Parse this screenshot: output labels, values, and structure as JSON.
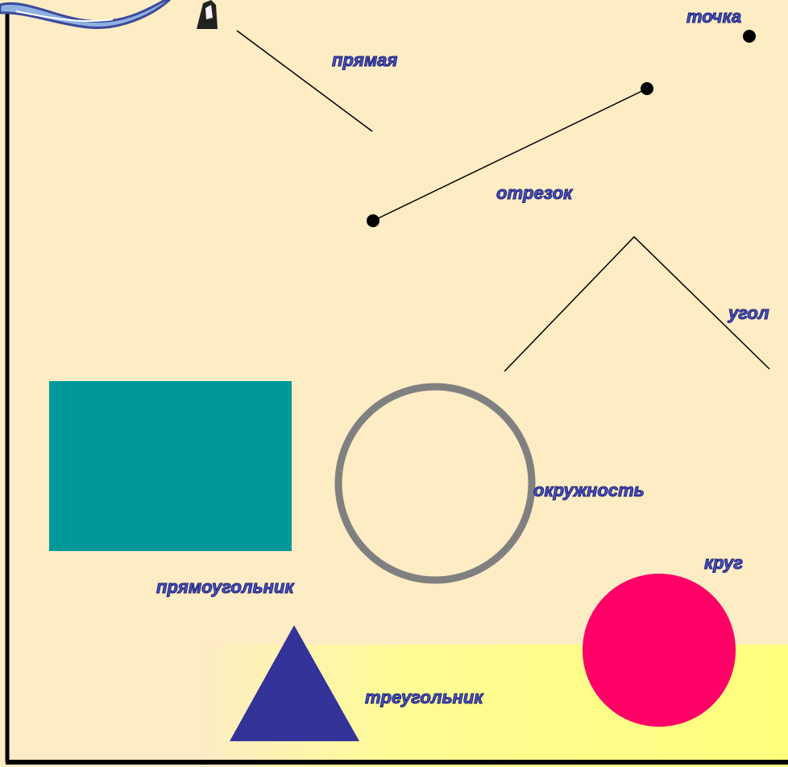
{
  "labels": {
    "point": "точка",
    "line": "прямая",
    "segment": "отрезок",
    "angle": "угол",
    "circle_outline": "окружность",
    "rectangle": "прямоугольник",
    "disk": "круг",
    "triangle": "треугольник"
  },
  "colors": {
    "background": "#fdecc4",
    "stroke": "#000000",
    "rectangle_fill": "#009999",
    "circle_outline_stroke": "#808080",
    "disk_fill": "#ff0066",
    "triangle_fill": "#333399",
    "label_fill": "#4a52c8",
    "label_outline": "#1a1f6e"
  }
}
